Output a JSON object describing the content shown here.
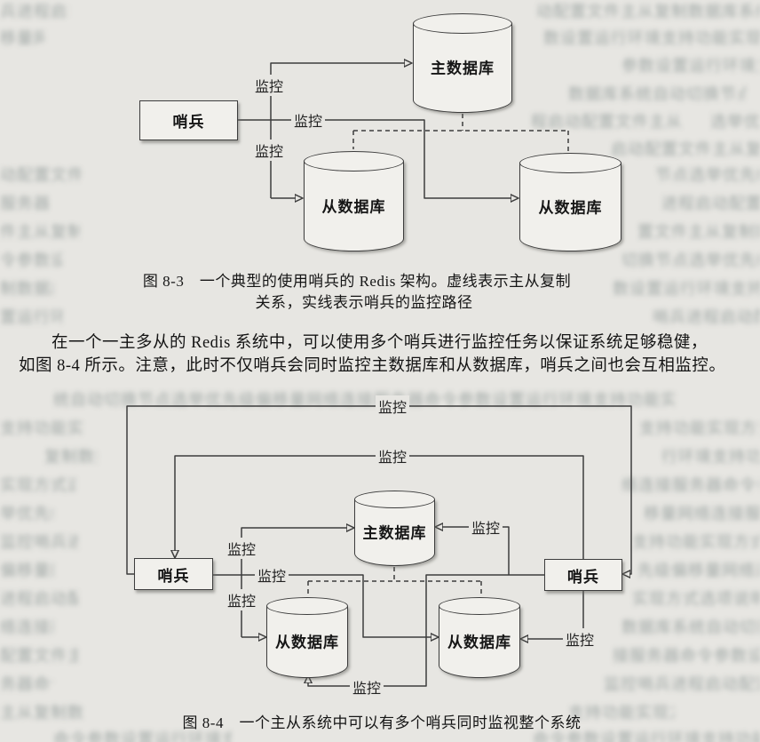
{
  "colors": {
    "page_bg": "#e7e6e2",
    "line": "#3d3d3d",
    "node_fill": "#f1f0ec",
    "text": "#1a1a1a",
    "blur_text": "#8f9997"
  },
  "labels": {
    "monitor": "监控",
    "sentinel": "哨兵",
    "master_db": "主数据库",
    "slave_db": "从数据库"
  },
  "figure_8_3": {
    "caption_line1": "图 8-3　一个典型的使用哨兵的 Redis 架构。虚线表示主从复制",
    "caption_line2": "关系，实线表示哨兵的监控路径"
  },
  "paragraph": {
    "line1": "在一个一主多从的 Redis 系统中，可以使用多个哨兵进行监控任务以保证系统足够稳健，",
    "line2": "如图 8-4 所示。注意，此时不仅哨兵会同时监控主数据库和从数据库，哨兵之间也会互相监控。"
  },
  "figure_8_4": {
    "caption": "图 8-4　一个主从系统中可以有多个哨兵同时监视整个系统"
  },
  "background": {
    "filler": "监控哨兵进程启动配置文件主从复制数据库系统自动切换节点选举优先级偏移量网络连接服务器命令参数设置运行环境支持功能实现方式选项说明内容信息结构存储操作请求响应时间状态检查恢复故障处理机制保证可用性能稳定可靠安全版本更新发布使用方法介绍示例代码程序开发应用场景需求分析设计方案测试部署维护管理工具集群分布式缓存持久化内存磁盘读写性能优化策略",
    "rows": [
      [
        0,
        3,
        78
      ],
      [
        604,
        3,
        252
      ],
      [
        0,
        33,
        50
      ],
      [
        612,
        33,
        244
      ],
      [
        700,
        64,
        156
      ],
      [
        640,
        96,
        200
      ],
      [
        598,
        127,
        172
      ],
      [
        800,
        127,
        56
      ],
      [
        688,
        158,
        168
      ],
      [
        0,
        187,
        92
      ],
      [
        738,
        187,
        118
      ],
      [
        0,
        219,
        58
      ],
      [
        745,
        219,
        111
      ],
      [
        0,
        251,
        90
      ],
      [
        718,
        251,
        138
      ],
      [
        0,
        283,
        70
      ],
      [
        700,
        283,
        156
      ],
      [
        0,
        315,
        60
      ],
      [
        690,
        315,
        166
      ],
      [
        0,
        347,
        70
      ],
      [
        735,
        347,
        121
      ],
      [
        60,
        440,
        700
      ],
      [
        0,
        472,
        95
      ],
      [
        720,
        472,
        136
      ],
      [
        50,
        504,
        60
      ],
      [
        745,
        504,
        111
      ],
      [
        0,
        536,
        85
      ],
      [
        700,
        536,
        156
      ],
      [
        0,
        568,
        60
      ],
      [
        725,
        568,
        131
      ],
      [
        0,
        600,
        88
      ],
      [
        712,
        600,
        144
      ],
      [
        0,
        632,
        60
      ],
      [
        718,
        632,
        138
      ],
      [
        0,
        664,
        88
      ],
      [
        712,
        664,
        144
      ],
      [
        0,
        696,
        60
      ],
      [
        700,
        696,
        156
      ],
      [
        0,
        728,
        88
      ],
      [
        690,
        728,
        166
      ],
      [
        0,
        760,
        60
      ],
      [
        680,
        760,
        176
      ],
      [
        0,
        792,
        95
      ],
      [
        640,
        792,
        120
      ],
      [
        60,
        822,
        200
      ],
      [
        600,
        822,
        256
      ]
    ]
  }
}
